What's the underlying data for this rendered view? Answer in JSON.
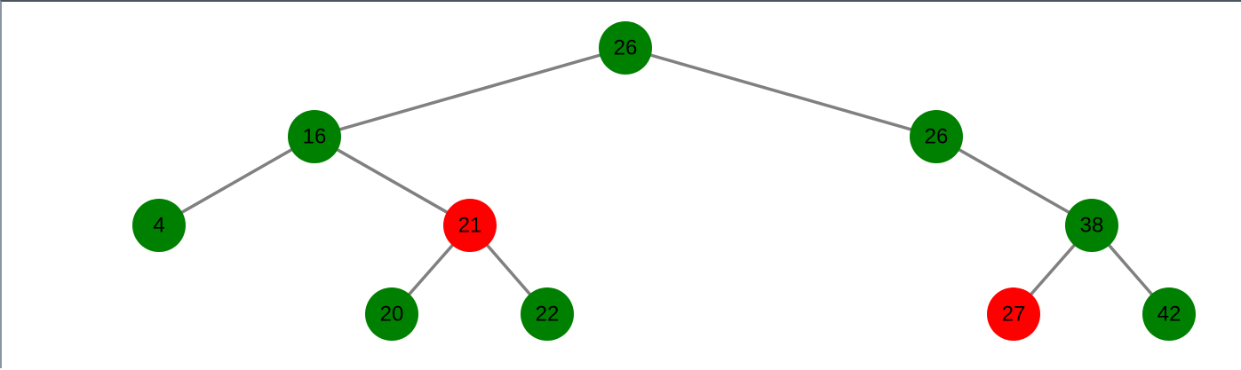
{
  "tree": {
    "colors": {
      "black_node": "#008000",
      "red_node": "#ff0000",
      "edge": "#808080",
      "text": "#000000"
    },
    "nodes": [
      {
        "id": "n26root",
        "label": "26",
        "color": "black"
      },
      {
        "id": "n16",
        "label": "16",
        "color": "black"
      },
      {
        "id": "n26r",
        "label": "26",
        "color": "black"
      },
      {
        "id": "n4",
        "label": "4",
        "color": "black"
      },
      {
        "id": "n21",
        "label": "21",
        "color": "red"
      },
      {
        "id": "n38",
        "label": "38",
        "color": "black"
      },
      {
        "id": "n20",
        "label": "20",
        "color": "black"
      },
      {
        "id": "n22",
        "label": "22",
        "color": "black"
      },
      {
        "id": "n27",
        "label": "27",
        "color": "red"
      },
      {
        "id": "n42",
        "label": "42",
        "color": "black"
      }
    ],
    "edges": [
      {
        "from": "n26root",
        "to": "n16"
      },
      {
        "from": "n26root",
        "to": "n26r"
      },
      {
        "from": "n16",
        "to": "n4"
      },
      {
        "from": "n16",
        "to": "n21"
      },
      {
        "from": "n21",
        "to": "n20"
      },
      {
        "from": "n21",
        "to": "n22"
      },
      {
        "from": "n26r",
        "to": "n38"
      },
      {
        "from": "n38",
        "to": "n27"
      },
      {
        "from": "n38",
        "to": "n42"
      }
    ]
  }
}
